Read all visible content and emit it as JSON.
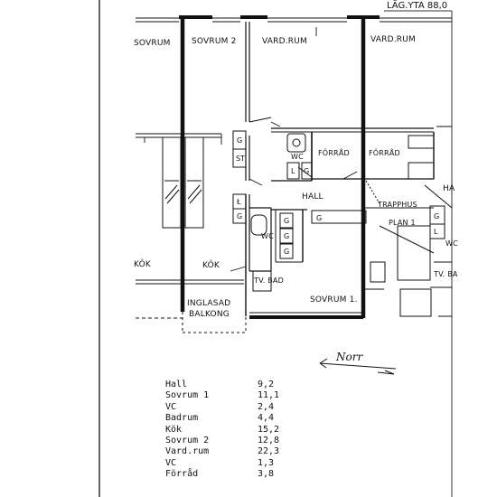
{
  "header": {
    "area_label": "LÄG.YTA 88,0"
  },
  "rooms": {
    "sovrum_left": "SOVRUM",
    "sovrum2": "SOVRUM 2",
    "vardrum": "VARD.RUM",
    "vardrum_right": "VARD.RUM",
    "forrad1": "FÖRRÅD",
    "forrad2": "FÖRRÅD",
    "hall": "HALL",
    "trapphus": "TRAPPHUS",
    "plan": "PLAN 1",
    "wc1": "WC",
    "wc2": "WC",
    "kok_left": "KÖK",
    "kok": "KÖK",
    "tvbad": "TV. BAD",
    "tvbad_right": "TV. BA",
    "balkong_1": "INGLASAD",
    "balkong_2": "BALKONG",
    "sovrum1": "SOVRUM 1.",
    "h_right": "HA",
    "wc_right": "WC"
  },
  "fixtures": {
    "g": "G",
    "st": "ST",
    "l": "L",
    "lk": "Ł"
  },
  "north": {
    "label": "Norr"
  },
  "area_table": [
    {
      "name": "Hall",
      "value": "9,2"
    },
    {
      "name": "Sovrum 1",
      "value": "11,1"
    },
    {
      "name": "VC",
      "value": "2,4"
    },
    {
      "name": "Badrum",
      "value": "4,4"
    },
    {
      "name": "Kök",
      "value": "15,2"
    },
    {
      "name": "Sovrum 2",
      "value": "12,8"
    },
    {
      "name": "Vard.rum",
      "value": "22,3"
    },
    {
      "name": "VC",
      "value": "1,3"
    },
    {
      "name": "Förråd",
      "value": "3,8"
    }
  ]
}
